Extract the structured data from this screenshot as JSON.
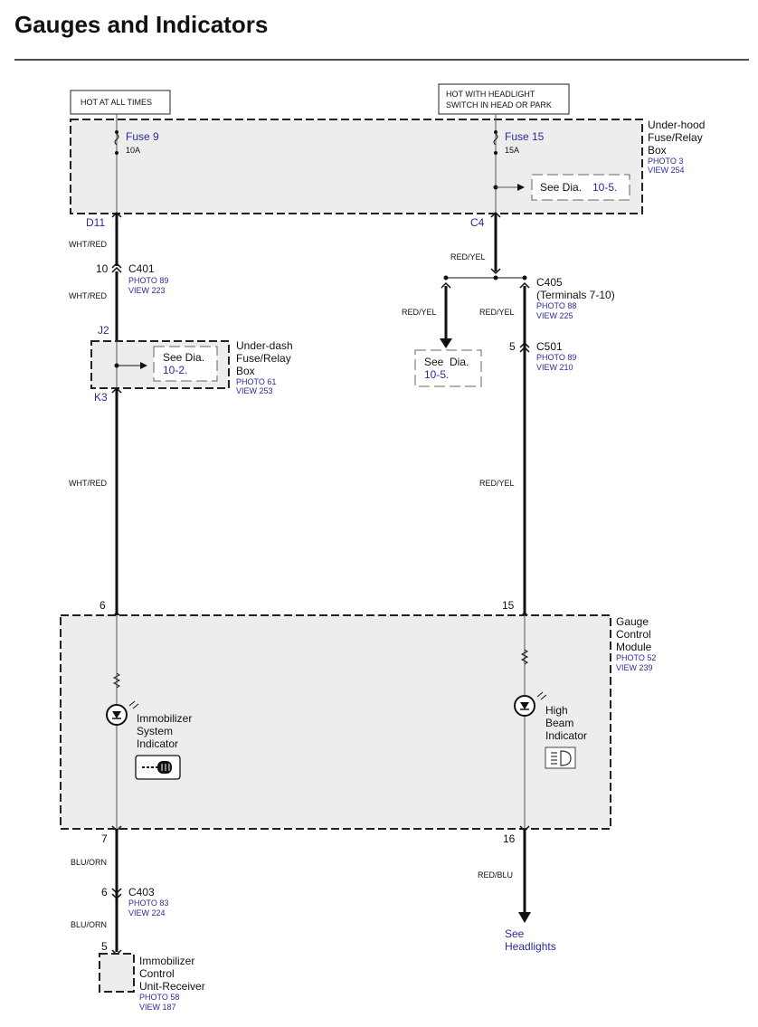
{
  "page_title": "Gauges and Indicators",
  "power_labels": {
    "left": "HOT AT ALL TIMES",
    "right_line1": "HOT WITH HEADLIGHT",
    "right_line2": "SWITCH IN HEAD OR PARK"
  },
  "under_hood_box": {
    "name_line1": "Under-hood",
    "name_line2": "Fuse/Relay",
    "name_line3": "Box",
    "photo": "PHOTO 3",
    "view": "VIEW 254",
    "fuse_left": {
      "name": "Fuse 9",
      "rating": "10A"
    },
    "fuse_right": {
      "name": "Fuse 15",
      "rating": "15A"
    },
    "see_dia_prefix": "See Dia.",
    "see_dia_ref": "10-5.",
    "terminal_left": "D11",
    "terminal_right": "C4"
  },
  "left_branch": {
    "wire_color_top": "WHT/RED",
    "c401": {
      "pin": "10",
      "name": "C401",
      "photo": "PHOTO 89",
      "view": "VIEW 223"
    },
    "wire_color_mid": "WHT/RED",
    "under_dash": {
      "terminal_in": "J2",
      "terminal_out": "K3",
      "name_line1": "Under-dash",
      "name_line2": "Fuse/Relay",
      "name_line3": "Box",
      "photo": "PHOTO 61",
      "view": "VIEW 253",
      "see_dia_prefix": "See Dia.",
      "see_dia_ref": "10-2."
    },
    "wire_color_long": "WHT/RED"
  },
  "right_branch": {
    "wire_color_top": "RED/YEL",
    "c405": {
      "name": "C405",
      "terminals": "(Terminals 7-10)",
      "photo": "PHOTO 88",
      "view": "VIEW 225"
    },
    "wire_color_left": "RED/YEL",
    "wire_color_right": "RED/YEL",
    "see_dia": {
      "prefix": "See",
      "word": "Dia.",
      "ref": "10-5."
    },
    "c501": {
      "pin": "5",
      "name": "C501",
      "photo": "PHOTO 89",
      "view": "VIEW 210"
    },
    "wire_color_long": "RED/YEL"
  },
  "gauge_module": {
    "name_line1": "Gauge",
    "name_line2": "Control",
    "name_line3": "Module",
    "photo": "PHOTO 52",
    "view": "VIEW 239",
    "pin_in_left": "6",
    "pin_in_right": "15",
    "pin_out_left": "7",
    "pin_out_right": "16",
    "immobilizer": {
      "line1": "Immobilizer",
      "line2": "System",
      "line3": "Indicator",
      "icon": "key-icon"
    },
    "high_beam": {
      "line1": "High",
      "line2": "Beam",
      "line3": "Indicator",
      "icon": "high-beam-icon"
    }
  },
  "bottom_left": {
    "wire_color_top": "BLU/ORN",
    "c403": {
      "pin": "6",
      "name": "C403",
      "photo": "PHOTO 83",
      "view": "VIEW 224"
    },
    "wire_color_bottom": "BLU/ORN",
    "receiver": {
      "pin": "5",
      "name_line1": "Immobilizer",
      "name_line2": "Control",
      "name_line3": "Unit-Receiver",
      "photo": "PHOTO 58",
      "view": "VIEW 187"
    }
  },
  "bottom_right": {
    "wire_color": "RED/BLU",
    "see_line1": "See",
    "see_line2": "Headlights"
  },
  "colors": {
    "box_fill": "#ededed",
    "wire": "#111111",
    "reference_blue": "#2a2a9a"
  }
}
